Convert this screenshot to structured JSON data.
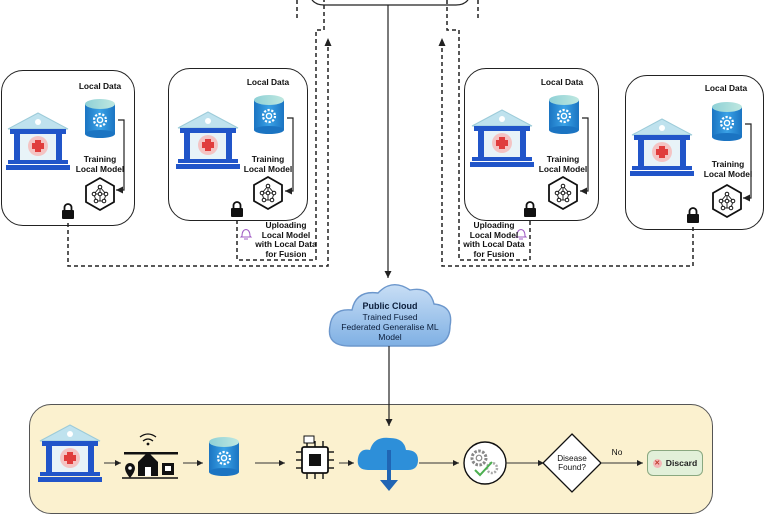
{
  "clients": [
    {
      "local_data": "Local Data",
      "training": "Training\nLocal Model"
    },
    {
      "local_data": "Local Data",
      "training": "Training\nLocal Model",
      "upload": "Uploading\nLocal Model\nwith Local Data\nfor Fusion"
    },
    {
      "local_data": "Local Data",
      "training": "Training\nLocal Model",
      "upload": "Uploading\nLocal Model\nwith Local Data\nfor Fusion"
    },
    {
      "local_data": "Local Data",
      "training": "Training\nLocal Model"
    }
  ],
  "cloud": {
    "title": "Public Cloud",
    "body": "Trained Fused\nFederated Generalise ML\nModel"
  },
  "pipeline": {
    "decision": "Disease\nFound?",
    "no_label": "No",
    "discard_label": "Discard"
  },
  "colors": {
    "building_blue": "#2155c9",
    "roof_blue": "#bfe2ee",
    "cross_red": "#e03c3c",
    "db_blue": "#1f86d4",
    "cloud_blue": "#9ec4ea",
    "panel_yellow": "#fbf1cf",
    "discard_green": "#e2f0d9"
  }
}
